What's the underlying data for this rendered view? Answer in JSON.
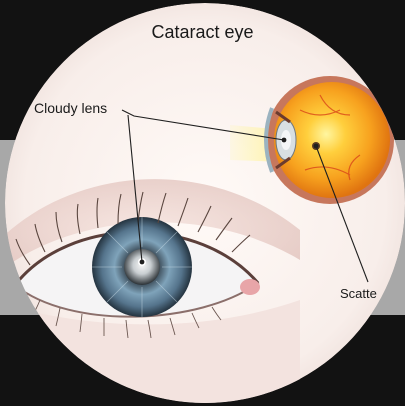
{
  "title": "Cataract eye",
  "labels": {
    "cloudy_lens": "Cloudy lens",
    "scattered": "Scatte"
  },
  "colors": {
    "background": "#111111",
    "band": "#a7a7a7",
    "circle_bg": "#fbf6f3",
    "iris": "#5a7b95",
    "sclera_orange": "#f29b1f"
  }
}
